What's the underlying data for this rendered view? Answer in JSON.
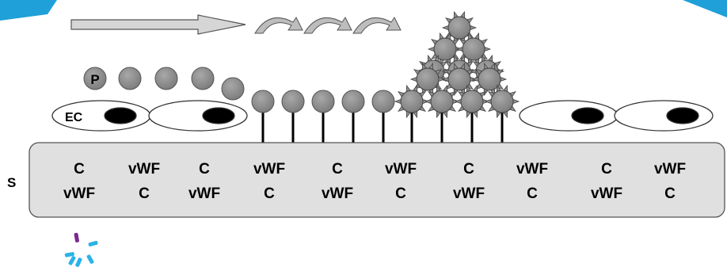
{
  "labels": {
    "platelet": "P",
    "endothelial_cell": "EC",
    "subendothelium": "S"
  },
  "matrix_rows": {
    "top": [
      "C",
      "vWF",
      "C",
      "vWF",
      "C",
      "vWF",
      "C",
      "vWF",
      "C",
      "vWF"
    ],
    "bottom": [
      "vWF",
      "C",
      "vWF",
      "C",
      "vWF",
      "C",
      "vWF",
      "C",
      "vWF",
      "C"
    ]
  },
  "colors": {
    "platelet_fill": "#8c8c8c",
    "matrix_fill": "#e0e0e0",
    "arrow_fill": "#d0d0d0",
    "corner_accent": "#1fa0d8",
    "logo_cyan": "#2bb3e6",
    "logo_purple": "#7a2a8c"
  }
}
